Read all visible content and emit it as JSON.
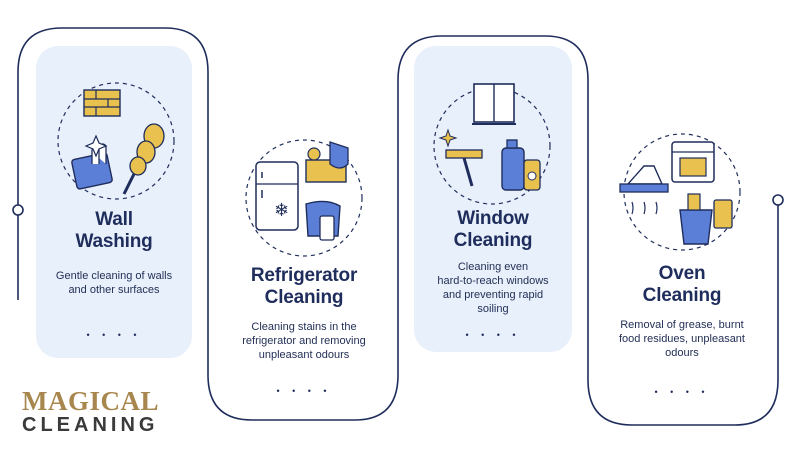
{
  "cards": [
    {
      "title_line1": "Wall",
      "title_line2": "Washing",
      "desc_line1": "Gentle cleaning of walls",
      "desc_line2": "and other surfaces",
      "desc_line3": "",
      "desc_line4": ""
    },
    {
      "title_line1": "Refrigerator",
      "title_line2": "Cleaning",
      "desc_line1": "Cleaning stains in the",
      "desc_line2": "refrigerator and removing",
      "desc_line3": "unpleasant odours",
      "desc_line4": ""
    },
    {
      "title_line1": "Window",
      "title_line2": "Cleaning",
      "desc_line1": "Cleaning even",
      "desc_line2": "hard-to-reach windows",
      "desc_line3": "and preventing rapid",
      "desc_line4": "soiling"
    },
    {
      "title_line1": "Oven",
      "title_line2": "Cleaning",
      "desc_line1": "Removal of grease, burnt",
      "desc_line2": "food residues, unpleasant",
      "desc_line3": "odours",
      "desc_line4": ""
    }
  ],
  "pagination": "• • • •",
  "logo": {
    "line1": "MAGICAL",
    "line2": "CLEANING"
  },
  "colors": {
    "navy": "#1f2d5c",
    "card_blue": "#e8f0fb",
    "gold": "#e8c14f",
    "icon_blue": "#5b7fd6",
    "logo_gold": "#a8874e"
  },
  "icons": [
    "brick-wall-icon",
    "duster-icon",
    "sponge-glove-icon",
    "refrigerator-icon",
    "grocery-crate-icon",
    "spray-bottle-icon",
    "window-icon",
    "squeegee-icon",
    "detergent-bottles-icon",
    "oven-icon",
    "range-hood-icon",
    "cleaning-bucket-icon"
  ]
}
